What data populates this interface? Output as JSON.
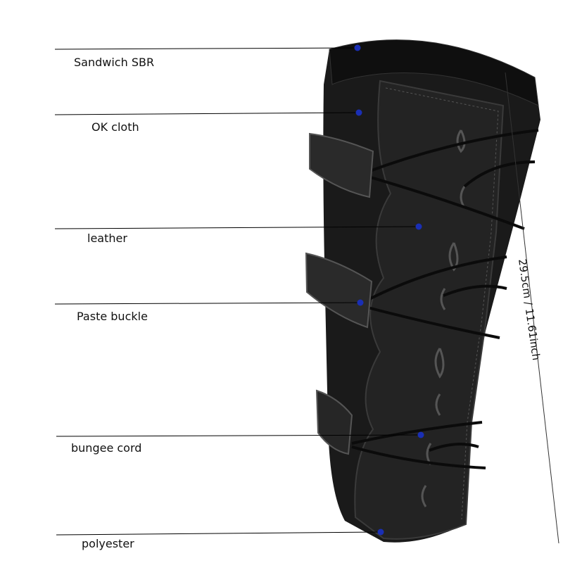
{
  "callouts": [
    {
      "id": "sandwich-sbr",
      "text": "Sandwich SBR"
    },
    {
      "id": "ok-cloth",
      "text": "OK cloth"
    },
    {
      "id": "leather",
      "text": "leather"
    },
    {
      "id": "paste-buckle",
      "text": "Paste buckle"
    },
    {
      "id": "bungee-cord",
      "text": "bungee cord"
    },
    {
      "id": "polyester",
      "text": "polyester"
    }
  ],
  "dimension": {
    "text": "29.5cm / 11.61inch"
  },
  "colors": {
    "marker": "#1a2fb5",
    "guard_body": "#1b1b1b",
    "leather": "#222222",
    "line": "#000000"
  }
}
